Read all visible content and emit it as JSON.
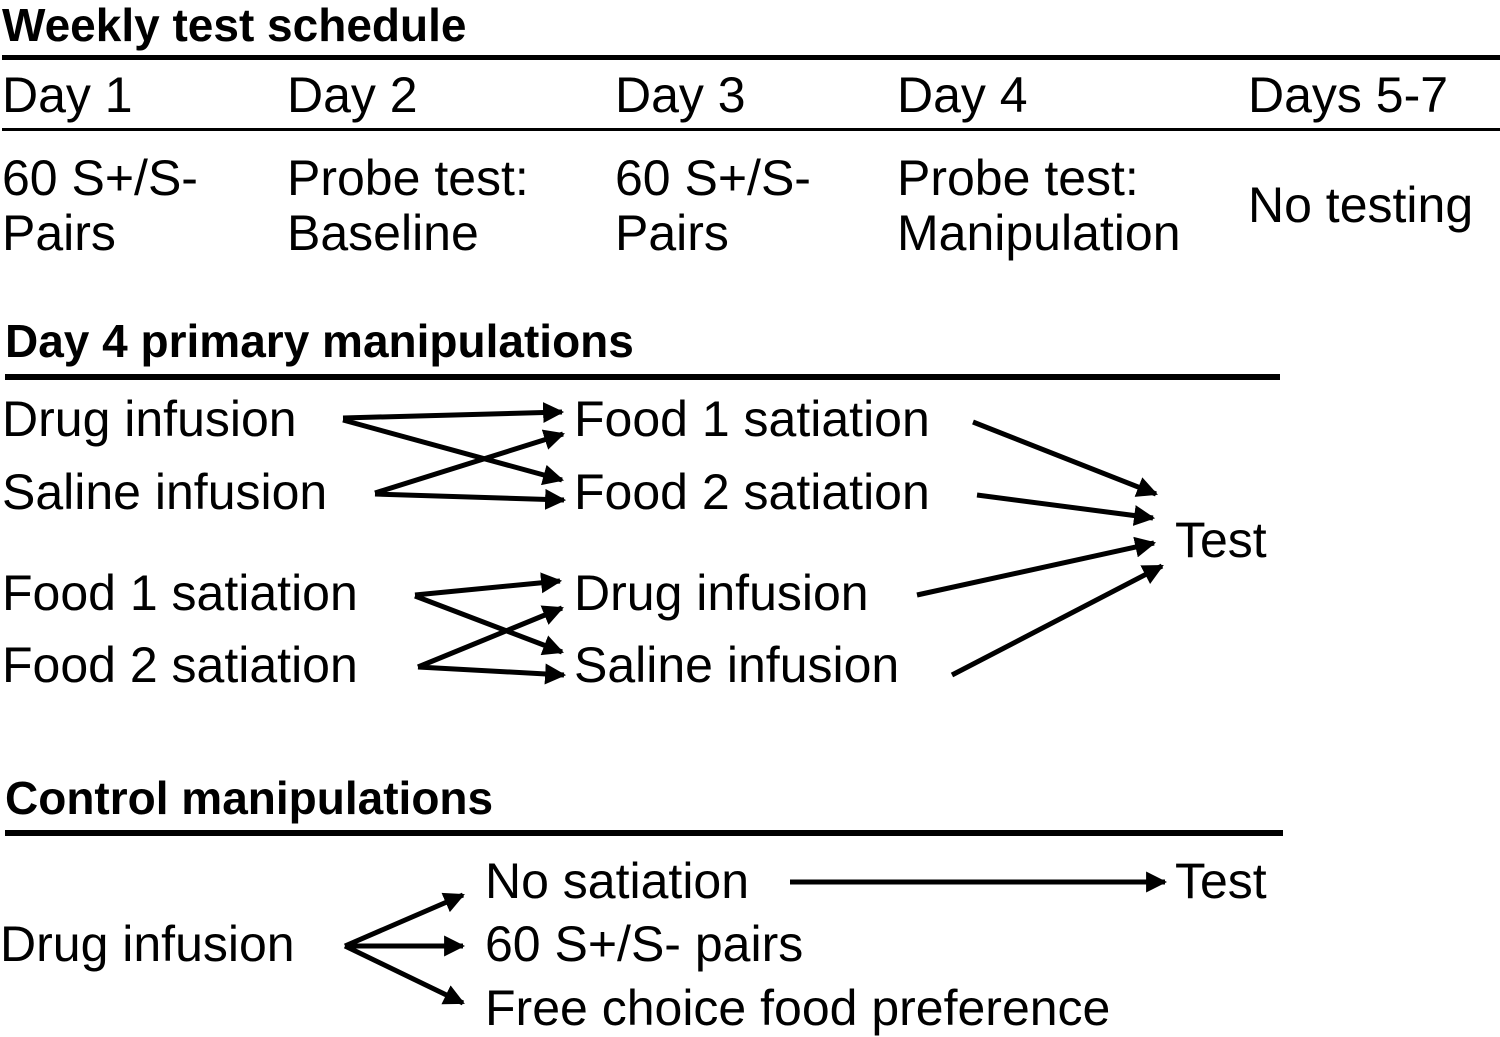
{
  "weekly": {
    "title": "Weekly test schedule",
    "days": [
      {
        "day": "Day 1",
        "line1": "60 S+/S-",
        "line2": "Pairs"
      },
      {
        "day": "Day 2",
        "line1": "Probe test:",
        "line2": "Baseline"
      },
      {
        "day": "Day 3",
        "line1": "60 S+/S-",
        "line2": "Pairs"
      },
      {
        "day": "Day 4",
        "line1": "Probe test:",
        "line2": "Manipulation"
      },
      {
        "day": "Days 5-7",
        "line1": "No testing",
        "line2": ""
      }
    ]
  },
  "primary": {
    "title": "Day 4 primary manipulations",
    "left": [
      "Drug infusion",
      "Saline infusion",
      "Food 1 satiation",
      "Food 2 satiation"
    ],
    "middle": [
      "Food 1 satiation",
      "Food 2 satiation",
      "Drug infusion",
      "Saline infusion"
    ],
    "outcome": "Test"
  },
  "control": {
    "title": "Control manipulations",
    "source": "Drug infusion",
    "options": [
      "No satiation",
      "60 S+/S- pairs",
      "Free choice food preference"
    ],
    "outcome": "Test"
  }
}
